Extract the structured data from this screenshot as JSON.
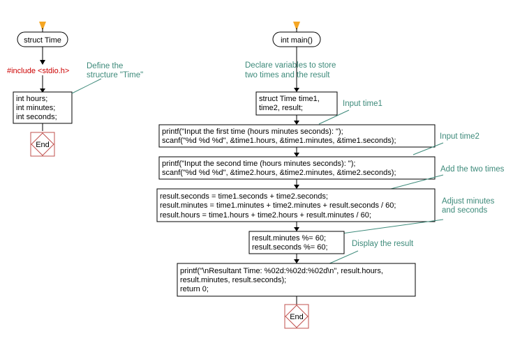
{
  "left": {
    "start_label": "struct Time",
    "include_text": "#include <stdio.h>",
    "note_lines": [
      "Define the",
      "structure \"Time\""
    ],
    "struct_lines": [
      "int hours;",
      "int minutes;",
      "int seconds;"
    ],
    "end_label": "End"
  },
  "main": {
    "start_label": "int main()",
    "declare_note": [
      "Declare variables to store",
      "two times and the result"
    ],
    "declare_lines": [
      "struct Time time1,",
      "time2, result;"
    ],
    "input1_note": "Input time1",
    "input1_lines": [
      "printf(\"Input the first time (hours minutes seconds): \");",
      "scanf(\"%d %d %d\", &time1.hours, &time1.minutes, &time1.seconds);"
    ],
    "input2_note": "Input time2",
    "input2_lines": [
      "printf(\"Input the second time (hours minutes seconds): \");",
      "scanf(\"%d %d %d\", &time2.hours, &time2.minutes, &time2.seconds);"
    ],
    "add_note": "Add the two times",
    "add_lines": [
      "result.seconds = time1.seconds + time2.seconds;",
      "result.minutes = time1.minutes + time2.minutes + result.seconds / 60;",
      "result.hours = time1.hours + time2.hours + result.minutes / 60;"
    ],
    "adjust_note": [
      "Adjust minutes",
      "and seconds"
    ],
    "adjust_lines": [
      "result.minutes %= 60;",
      "result.seconds %= 60;"
    ],
    "display_note": "Display the result",
    "display_lines": [
      "printf(\"\\nResultant Time: %02d:%02d:%02d\\n\", result.hours,",
      "result.minutes, result.seconds);",
      "return 0;"
    ],
    "end_label": "End"
  },
  "colors": {
    "arrow": "#f5a623",
    "note": "#3d8a7a",
    "end_border": "#c0504d",
    "include": "#cc0000"
  }
}
